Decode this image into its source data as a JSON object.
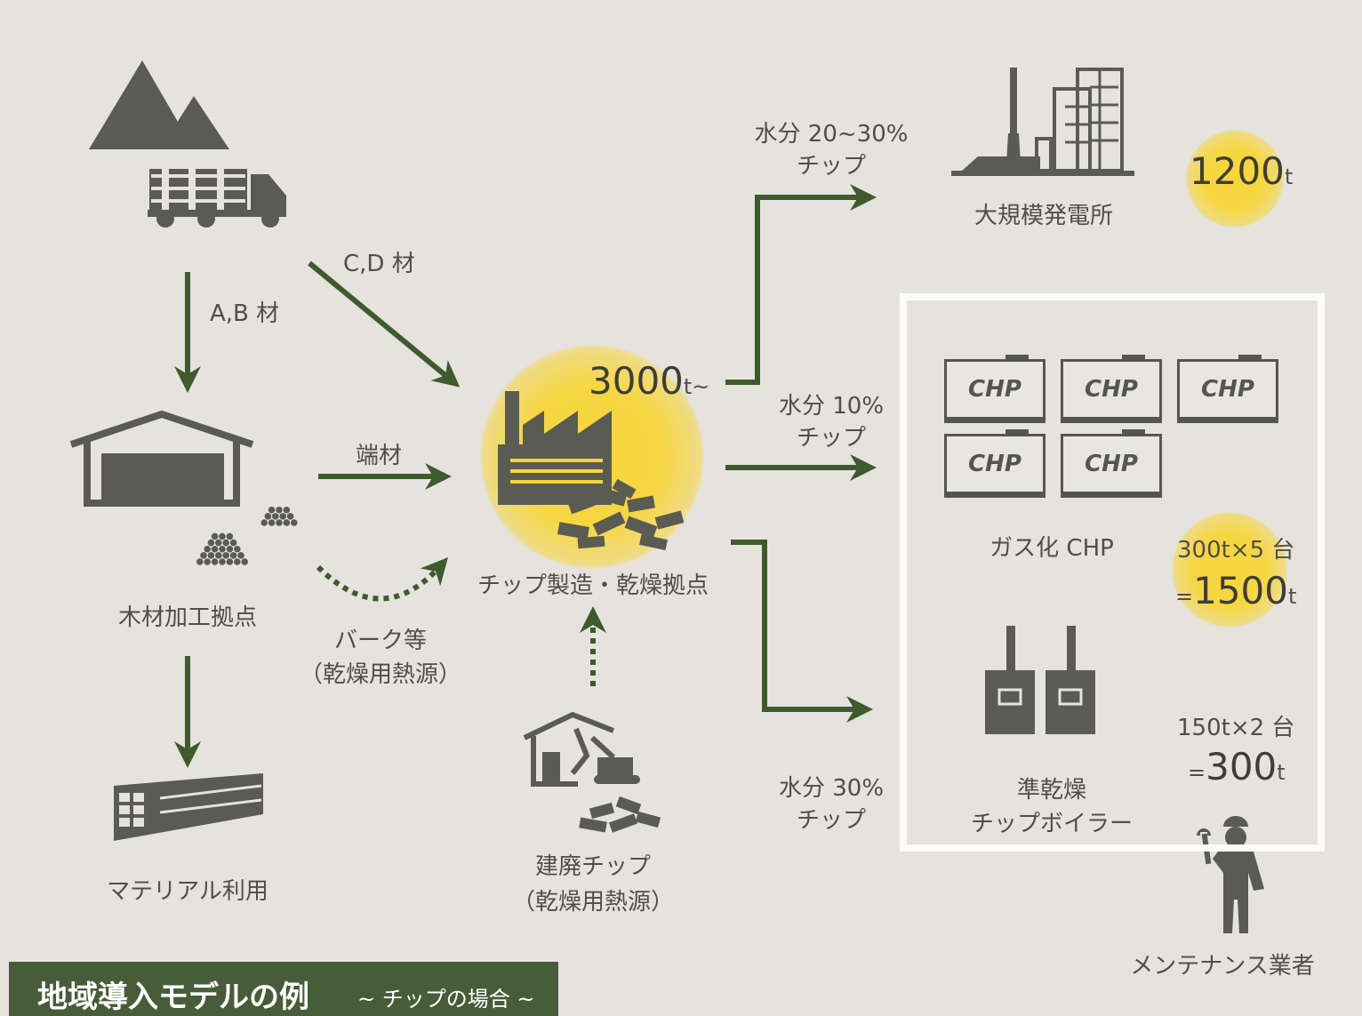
{
  "labels": {
    "ab": "A,B 材",
    "cd": "C,D 材",
    "haza": "端材",
    "bark1": "バーク等",
    "bark2": "（乾燥用熱源）",
    "mill": "木材加工拠点",
    "material": "マテリアル利用",
    "chip_base": "チップ製造・乾燥拠点",
    "waste1": "建廃チップ",
    "waste2": "（乾燥用熱源）",
    "m1_a": "水分 20~30%",
    "m1_b": "チップ",
    "m2_a": "水分 10%",
    "m2_b": "チップ",
    "m3_a": "水分 30%",
    "m3_b": "チップ",
    "power": "大規模発電所",
    "gas": "ガス化 CHP",
    "boiler1": "準乾燥",
    "boiler2": "チップボイラー",
    "maint": "メンテナンス業者",
    "chp": "CHP"
  },
  "values": {
    "base_num": "3000",
    "base_unit": "t~",
    "power_num": "1200",
    "power_unit": "t",
    "chp_line": "300t×5 台",
    "chp_num": "1500",
    "chp_eq": "=",
    "chp_unit": "t",
    "boiler_line": "150t×2 台",
    "boiler_eq": "=",
    "boiler_num": "300",
    "boiler_unit": "t"
  },
  "title": {
    "main": "地域導入モデルの例",
    "sub": "~ チップの場合 ~"
  },
  "colors": {
    "background": "#e6e3de",
    "icon": "#5a5c54",
    "arrow": "#3f5a2c",
    "highlight": "#f7d63a",
    "title_bar": "#475c38"
  }
}
